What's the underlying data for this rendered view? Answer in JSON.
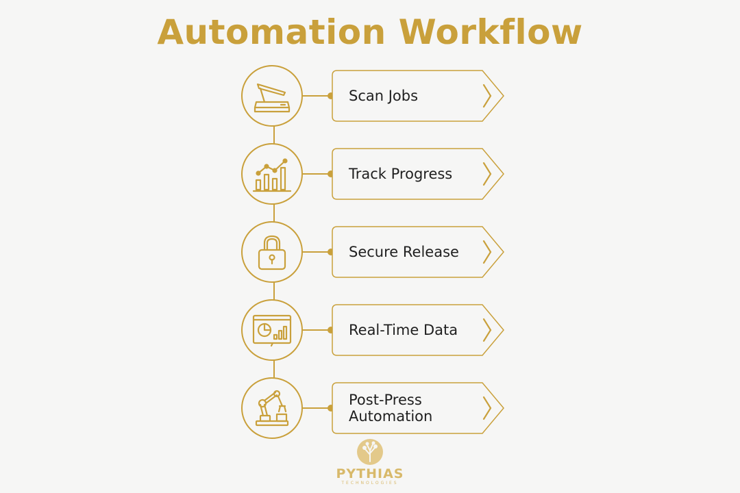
{
  "title": "Automation Workflow",
  "accent_color": "#c9a03b",
  "steps": [
    {
      "label": "Scan Jobs",
      "icon": "scanner-icon"
    },
    {
      "label": "Track Progress",
      "icon": "bar-chart-trend-icon"
    },
    {
      "label": "Secure Release",
      "icon": "padlock-icon"
    },
    {
      "label": "Real-Time Data",
      "icon": "dashboard-icon"
    },
    {
      "label": "Post-Press Automation",
      "icon": "robotic-arm-icon"
    }
  ],
  "logo": {
    "brand": "PYTHIAS",
    "sub": "TECHNOLOGIES"
  }
}
